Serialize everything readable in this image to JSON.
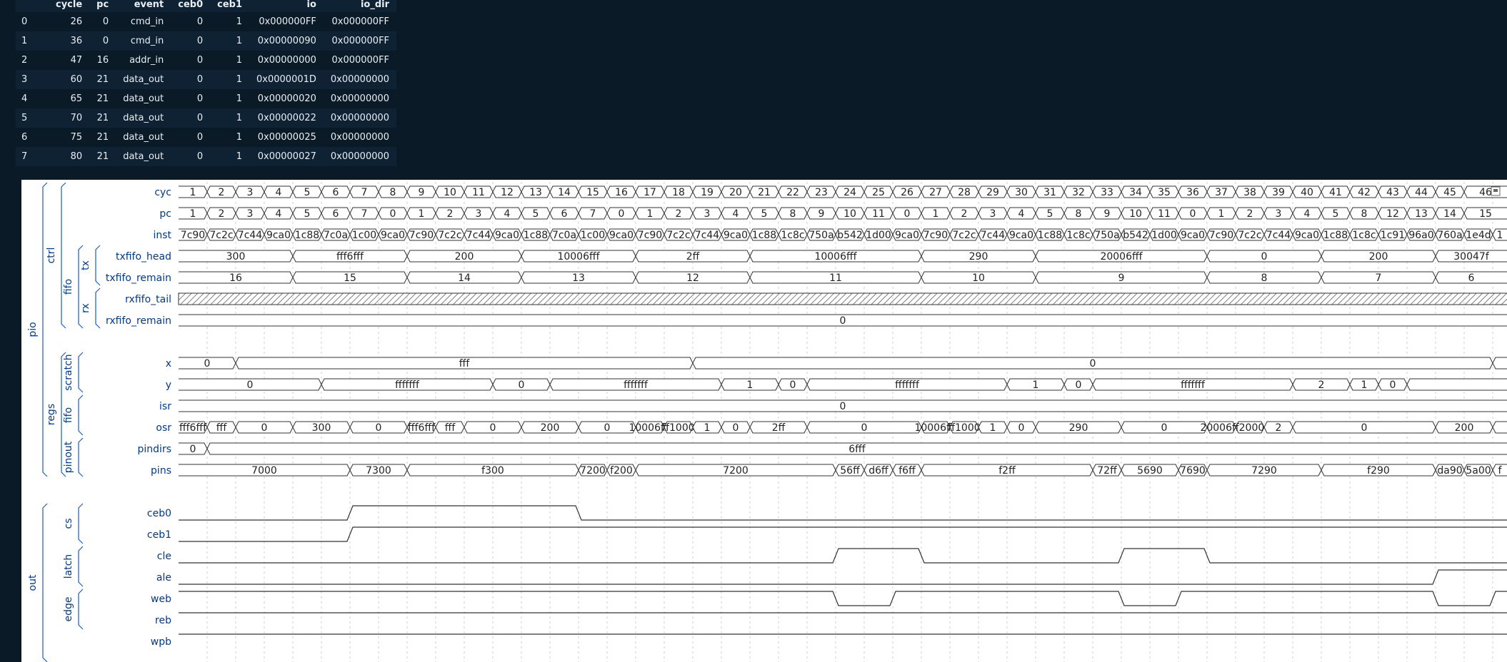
{
  "table": {
    "headers": [
      "",
      "cycle",
      "pc",
      "event",
      "ceb0",
      "ceb1",
      "io",
      "io_dir"
    ],
    "rows": [
      [
        "0",
        "26",
        "0",
        "cmd_in",
        "0",
        "1",
        "0x000000FF",
        "0x000000FF"
      ],
      [
        "1",
        "36",
        "0",
        "cmd_in",
        "0",
        "1",
        "0x00000090",
        "0x000000FF"
      ],
      [
        "2",
        "47",
        "16",
        "addr_in",
        "0",
        "1",
        "0x00000000",
        "0x000000FF"
      ],
      [
        "3",
        "60",
        "21",
        "data_out",
        "0",
        "1",
        "0x0000001D",
        "0x00000000"
      ],
      [
        "4",
        "65",
        "21",
        "data_out",
        "0",
        "1",
        "0x00000020",
        "0x00000000"
      ],
      [
        "5",
        "70",
        "21",
        "data_out",
        "0",
        "1",
        "0x00000022",
        "0x00000000"
      ],
      [
        "6",
        "75",
        "21",
        "data_out",
        "0",
        "1",
        "0x00000025",
        "0x00000000"
      ],
      [
        "7",
        "80",
        "21",
        "data_out",
        "0",
        "1",
        "0x00000027",
        "0x00000000"
      ]
    ]
  },
  "waveform": {
    "groups": [
      "pio",
      "ctrl",
      "fifo",
      "tx",
      "rx",
      "regs",
      "scratch",
      "fifo",
      "pinout",
      "out",
      "cs",
      "latch",
      "edge"
    ],
    "signals": [
      {
        "name": "cyc",
        "kind": "bus",
        "segs": [
          [
            0,
            "1"
          ],
          [
            1,
            "2"
          ],
          [
            2,
            "3"
          ],
          [
            3,
            "4"
          ],
          [
            4,
            "5"
          ],
          [
            5,
            "6"
          ],
          [
            6,
            "7"
          ],
          [
            7,
            "8"
          ],
          [
            8,
            "9"
          ],
          [
            9,
            "10"
          ],
          [
            10,
            "11"
          ],
          [
            11,
            "12"
          ],
          [
            12,
            "13"
          ],
          [
            13,
            "14"
          ],
          [
            14,
            "15"
          ],
          [
            15,
            "16"
          ],
          [
            16,
            "17"
          ],
          [
            17,
            "18"
          ],
          [
            18,
            "19"
          ],
          [
            19,
            "20"
          ],
          [
            20,
            "21"
          ],
          [
            21,
            "22"
          ],
          [
            22,
            "23"
          ],
          [
            23,
            "24"
          ],
          [
            24,
            "25"
          ],
          [
            25,
            "26"
          ],
          [
            26,
            "27"
          ],
          [
            27,
            "28"
          ],
          [
            28,
            "29"
          ],
          [
            29,
            "30"
          ],
          [
            30,
            "31"
          ],
          [
            31,
            "32"
          ],
          [
            32,
            "33"
          ],
          [
            33,
            "34"
          ],
          [
            34,
            "35"
          ],
          [
            35,
            "36"
          ],
          [
            36,
            "37"
          ],
          [
            37,
            "38"
          ],
          [
            38,
            "39"
          ],
          [
            39,
            "40"
          ],
          [
            40,
            "41"
          ],
          [
            41,
            "42"
          ],
          [
            42,
            "43"
          ],
          [
            43,
            "44"
          ],
          [
            44,
            "45"
          ],
          [
            45,
            "46"
          ]
        ]
      },
      {
        "name": "pc",
        "kind": "bus",
        "segs": [
          [
            0,
            "1"
          ],
          [
            1,
            "2"
          ],
          [
            2,
            "3"
          ],
          [
            3,
            "4"
          ],
          [
            4,
            "5"
          ],
          [
            5,
            "6"
          ],
          [
            6,
            "7"
          ],
          [
            7,
            "0"
          ],
          [
            8,
            "1"
          ],
          [
            9,
            "2"
          ],
          [
            10,
            "3"
          ],
          [
            11,
            "4"
          ],
          [
            12,
            "5"
          ],
          [
            13,
            "6"
          ],
          [
            14,
            "7"
          ],
          [
            15,
            "0"
          ],
          [
            16,
            "1"
          ],
          [
            17,
            "2"
          ],
          [
            18,
            "3"
          ],
          [
            19,
            "4"
          ],
          [
            20,
            "5"
          ],
          [
            21,
            "8"
          ],
          [
            22,
            "9"
          ],
          [
            23,
            "10"
          ],
          [
            24,
            "11"
          ],
          [
            25,
            "0"
          ],
          [
            26,
            "1"
          ],
          [
            27,
            "2"
          ],
          [
            28,
            "3"
          ],
          [
            29,
            "4"
          ],
          [
            30,
            "5"
          ],
          [
            31,
            "8"
          ],
          [
            32,
            "9"
          ],
          [
            33,
            "10"
          ],
          [
            34,
            "11"
          ],
          [
            35,
            "0"
          ],
          [
            36,
            "1"
          ],
          [
            37,
            "2"
          ],
          [
            38,
            "3"
          ],
          [
            39,
            "4"
          ],
          [
            40,
            "5"
          ],
          [
            41,
            "8"
          ],
          [
            42,
            "12"
          ],
          [
            43,
            "13"
          ],
          [
            44,
            "14"
          ],
          [
            45,
            "15"
          ]
        ]
      },
      {
        "name": "inst",
        "kind": "bus",
        "segs": [
          [
            0,
            "7c90"
          ],
          [
            1,
            "7c2c"
          ],
          [
            2,
            "7c44"
          ],
          [
            3,
            "9ca0"
          ],
          [
            4,
            "1c88"
          ],
          [
            5,
            "7c0a"
          ],
          [
            6,
            "1c00"
          ],
          [
            7,
            "9ca0"
          ],
          [
            8,
            "7c90"
          ],
          [
            9,
            "7c2c"
          ],
          [
            10,
            "7c44"
          ],
          [
            11,
            "9ca0"
          ],
          [
            12,
            "1c88"
          ],
          [
            13,
            "7c0a"
          ],
          [
            14,
            "1c00"
          ],
          [
            15,
            "9ca0"
          ],
          [
            16,
            "7c90"
          ],
          [
            17,
            "7c2c"
          ],
          [
            18,
            "7c44"
          ],
          [
            19,
            "9ca0"
          ],
          [
            20,
            "1c88"
          ],
          [
            21,
            "1c8c"
          ],
          [
            22,
            "750a"
          ],
          [
            23,
            "b542"
          ],
          [
            24,
            "1d00"
          ],
          [
            25,
            "9ca0"
          ],
          [
            26,
            "7c90"
          ],
          [
            27,
            "7c2c"
          ],
          [
            28,
            "7c44"
          ],
          [
            29,
            "9ca0"
          ],
          [
            30,
            "1c88"
          ],
          [
            31,
            "1c8c"
          ],
          [
            32,
            "750a"
          ],
          [
            33,
            "b542"
          ],
          [
            34,
            "1d00"
          ],
          [
            35,
            "9ca0"
          ],
          [
            36,
            "7c90"
          ],
          [
            37,
            "7c2c"
          ],
          [
            38,
            "7c44"
          ],
          [
            39,
            "9ca0"
          ],
          [
            40,
            "1c88"
          ],
          [
            41,
            "1c8c"
          ],
          [
            42,
            "1c91"
          ],
          [
            43,
            "96a0"
          ],
          [
            44,
            "760a"
          ],
          [
            45,
            "1e4d"
          ],
          [
            46,
            "1"
          ]
        ]
      },
      {
        "name": "txfifo_head",
        "kind": "bus",
        "segs": [
          [
            0,
            "300"
          ],
          [
            4,
            "fff6fff"
          ],
          [
            8,
            "200"
          ],
          [
            12,
            "10006fff"
          ],
          [
            16,
            "2ff"
          ],
          [
            20,
            "10006fff"
          ],
          [
            26,
            "290"
          ],
          [
            30,
            "20006fff"
          ],
          [
            36,
            "0"
          ],
          [
            40,
            "200"
          ],
          [
            44,
            "30047f"
          ]
        ]
      },
      {
        "name": "txfifo_remain",
        "kind": "bus",
        "segs": [
          [
            0,
            "16"
          ],
          [
            4,
            "15"
          ],
          [
            8,
            "14"
          ],
          [
            12,
            "13"
          ],
          [
            16,
            "12"
          ],
          [
            20,
            "11"
          ],
          [
            26,
            "10"
          ],
          [
            30,
            "9"
          ],
          [
            36,
            "8"
          ],
          [
            40,
            "7"
          ],
          [
            44,
            "6"
          ]
        ]
      },
      {
        "name": "rxfifo_tail",
        "kind": "x",
        "segs": []
      },
      {
        "name": "rxfifo_remain",
        "kind": "bus",
        "segs": [
          [
            0,
            "0"
          ]
        ]
      },
      {
        "name": "x",
        "kind": "bus",
        "segs": [
          [
            0,
            "0"
          ],
          [
            2,
            "fff"
          ],
          [
            18,
            "0"
          ],
          [
            46,
            ""
          ]
        ]
      },
      {
        "name": "y",
        "kind": "bus",
        "segs": [
          [
            0,
            "0"
          ],
          [
            5,
            "fffffff"
          ],
          [
            11,
            "0"
          ],
          [
            13,
            "fffffff"
          ],
          [
            19,
            "1"
          ],
          [
            21,
            "0"
          ],
          [
            22,
            "fffffff"
          ],
          [
            29,
            "1"
          ],
          [
            31,
            "0"
          ],
          [
            32,
            "fffffff"
          ],
          [
            39,
            "2"
          ],
          [
            41,
            "1"
          ],
          [
            42,
            "0"
          ],
          [
            43,
            ""
          ]
        ]
      },
      {
        "name": "isr",
        "kind": "bus",
        "segs": [
          [
            0,
            "0"
          ]
        ]
      },
      {
        "name": "osr",
        "kind": "bus",
        "segs": [
          [
            0,
            "fff6fff"
          ],
          [
            1,
            "fff"
          ],
          [
            2,
            "0"
          ],
          [
            4,
            "300"
          ],
          [
            6,
            "0"
          ],
          [
            8,
            "fff6fff"
          ],
          [
            9,
            "fff"
          ],
          [
            10,
            "0"
          ],
          [
            12,
            "200"
          ],
          [
            14,
            "0"
          ],
          [
            16,
            "10006fff"
          ],
          [
            17,
            "ff1000"
          ],
          [
            18,
            "1"
          ],
          [
            19,
            "0"
          ],
          [
            20,
            "2ff"
          ],
          [
            22,
            "0"
          ],
          [
            26,
            "10006fff"
          ],
          [
            27,
            "ff1000"
          ],
          [
            28,
            "1"
          ],
          [
            29,
            "0"
          ],
          [
            30,
            "290"
          ],
          [
            33,
            "0"
          ],
          [
            36,
            "20006fff"
          ],
          [
            37,
            "f2000"
          ],
          [
            38,
            "2"
          ],
          [
            39,
            "0"
          ],
          [
            44,
            "200"
          ],
          [
            46,
            ""
          ]
        ]
      },
      {
        "name": "pindirs",
        "kind": "bus",
        "segs": [
          [
            0,
            "0"
          ],
          [
            1,
            "6fff"
          ]
        ]
      },
      {
        "name": "pins",
        "kind": "bus",
        "segs": [
          [
            0,
            "7000"
          ],
          [
            6,
            "7300"
          ],
          [
            8,
            "f300"
          ],
          [
            14,
            "7200"
          ],
          [
            15,
            "f200"
          ],
          [
            16,
            "7200"
          ],
          [
            23,
            "56ff"
          ],
          [
            24,
            "d6ff"
          ],
          [
            25,
            "f6ff"
          ],
          [
            26,
            "f2ff"
          ],
          [
            32,
            "72ff"
          ],
          [
            33,
            "5690"
          ],
          [
            35,
            "7690"
          ],
          [
            36,
            "7290"
          ],
          [
            40,
            "f290"
          ],
          [
            44,
            "da90"
          ],
          [
            45,
            "5a00"
          ],
          [
            46,
            "f"
          ]
        ]
      },
      {
        "name": "ceb0",
        "kind": "bit",
        "init": 0,
        "edges": [
          6,
          14
        ]
      },
      {
        "name": "ceb1",
        "kind": "bit",
        "init": 0,
        "edges": [
          6
        ]
      },
      {
        "name": "cle",
        "kind": "bit",
        "init": 0,
        "edges": [
          23,
          26,
          33,
          36
        ]
      },
      {
        "name": "ale",
        "kind": "bit",
        "init": 0,
        "edges": [
          44
        ]
      },
      {
        "name": "web",
        "kind": "bit",
        "init": 1,
        "edges": [
          23,
          25,
          33,
          35,
          44,
          46
        ]
      },
      {
        "name": "reb",
        "kind": "bit",
        "init": 1,
        "edges": []
      },
      {
        "name": "wpb",
        "kind": "bit",
        "init": 1,
        "edges": []
      }
    ]
  }
}
